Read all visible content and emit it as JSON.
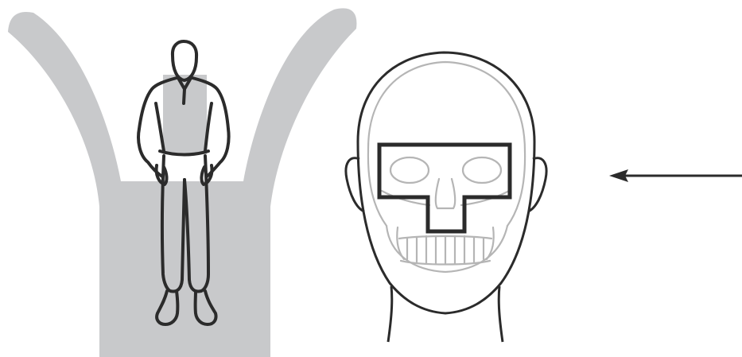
{
  "figure": {
    "panels": [
      {
        "id": "standing-person",
        "icon": "standing-person-in-t-zone"
      },
      {
        "id": "face-with-skull",
        "icon": "face-skull-t-zone"
      },
      {
        "id": "direction-arrow",
        "icon": "left-arrow"
      }
    ],
    "colors": {
      "highlight_gray": "#c8c9cb",
      "line_dark": "#2b2b2b",
      "skull_light": "#b5b5b5",
      "background": "#ffffff"
    }
  }
}
